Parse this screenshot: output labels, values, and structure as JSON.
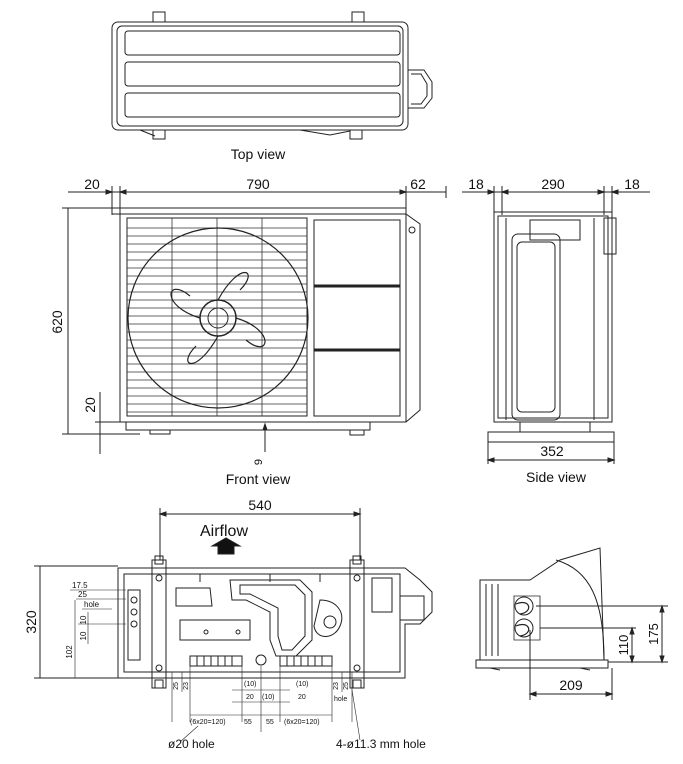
{
  "views": {
    "top": "Top view",
    "front": "Front view",
    "side": "Side view"
  },
  "front_dims": {
    "left_offset": "20",
    "width": "790",
    "right_offset": "62",
    "height": "620",
    "foot_height": "20",
    "foot_gap": "9"
  },
  "side_dims": {
    "left_offset": "18",
    "depth": "290",
    "right_offset": "18",
    "base_depth": "352"
  },
  "bottom_dims": {
    "span": "540",
    "airflow": "Airflow",
    "depth": "320",
    "d_17_5": "17.5",
    "d_25": "25",
    "hole": "hole",
    "d_10a": "10",
    "d_10b": "10",
    "d_102": "102",
    "d_25_left": "25",
    "d_23_left": "23",
    "d_10_paren_l": "(10)",
    "d_20_l": "20",
    "d_10_paren_m": "(10)",
    "d_10_paren_r": "(10)",
    "d_20_r": "20",
    "d_23_right": "23",
    "d_25_right": "25",
    "hole_right": "hole",
    "d_6x20_l": "(6x20=120)",
    "d_55_l": "55",
    "d_55_r": "55",
    "d_6x20_r": "(6x20=120)",
    "hole20": "ø20 hole",
    "hole_mount": "4-ø11.3 mm hole"
  },
  "detail_dims": {
    "d_110": "110",
    "d_175": "175",
    "d_209": "209"
  }
}
